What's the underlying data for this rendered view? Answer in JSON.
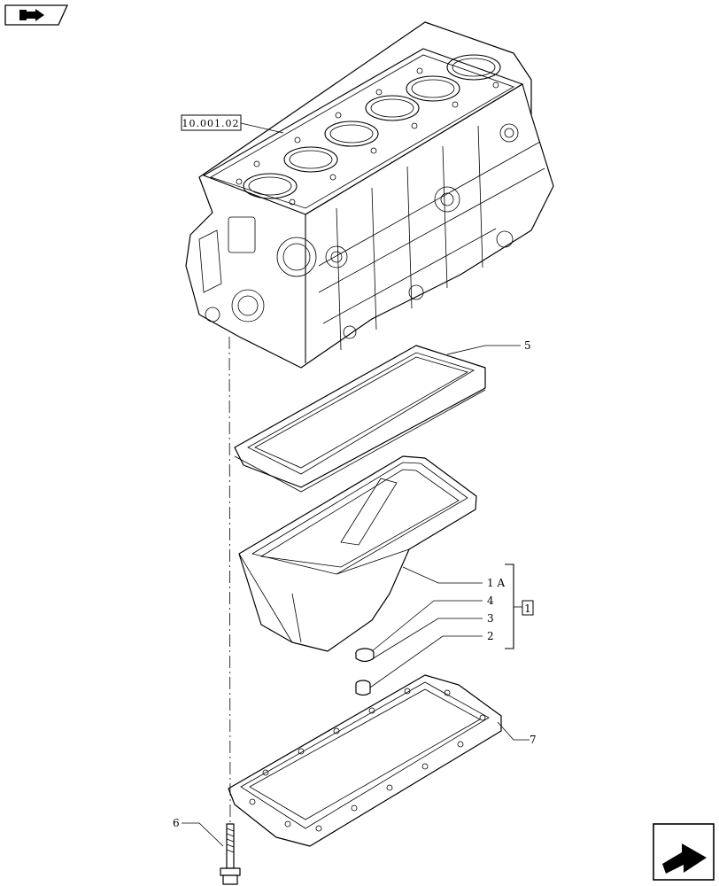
{
  "reference_box": "10.001.02",
  "group_box": "1",
  "callouts": {
    "c5": "5",
    "c1a": "1 A",
    "c4": "4",
    "c3": "3",
    "c2": "2",
    "c7": "7",
    "c6": "6"
  },
  "icons": {
    "top_left": "manual-book-arrow-icon",
    "bottom_right": "next-page-arrow-icon"
  }
}
